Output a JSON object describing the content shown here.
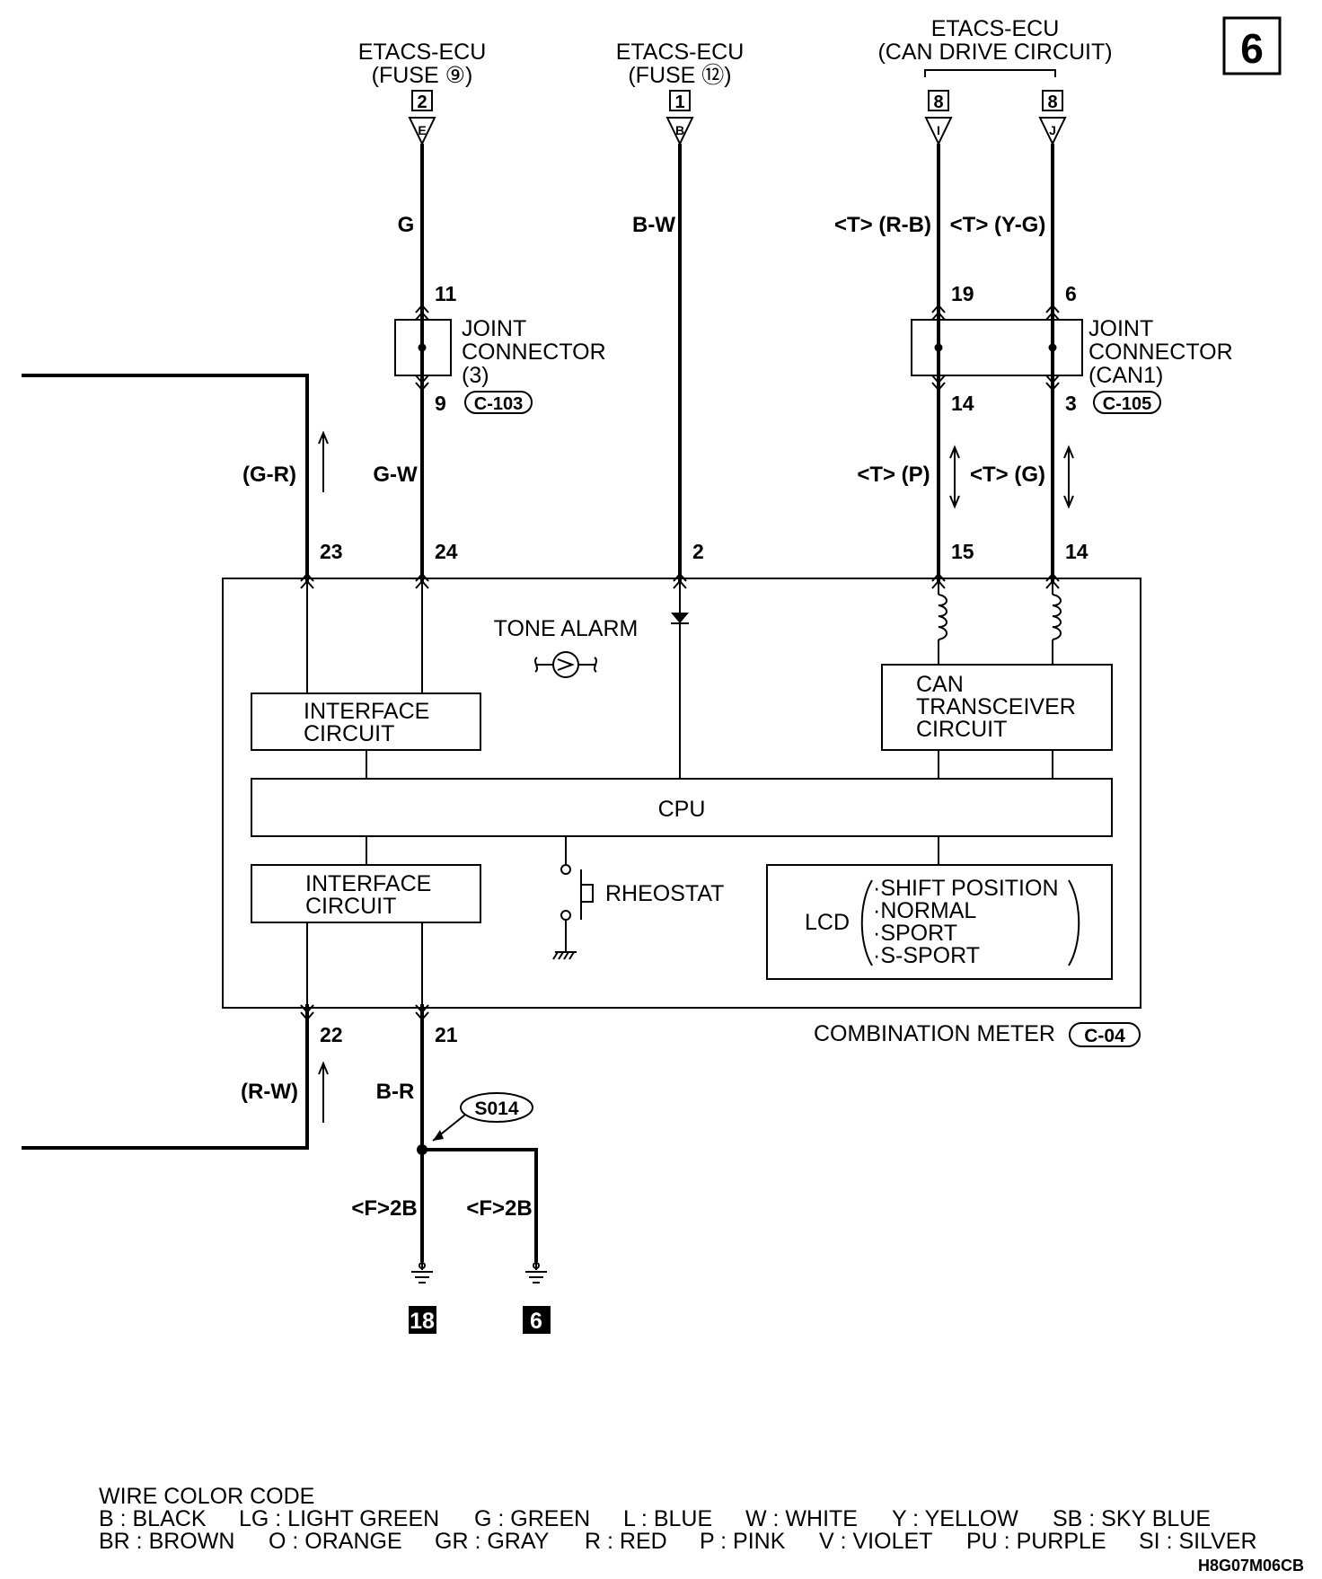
{
  "page_number": "6",
  "sources": {
    "fuse9": {
      "line1": "ETACS-ECU",
      "line2": "(FUSE ⑨)",
      "pin": "2",
      "terminal": "E"
    },
    "fuse12": {
      "line1": "ETACS-ECU",
      "line2": "(FUSE ⑫)",
      "pin": "1",
      "terminal": "B"
    },
    "can": {
      "line1": "ETACS-ECU",
      "line2": "(CAN DRIVE CIRCUIT)",
      "pin_left": "8",
      "terminal_left": "I",
      "pin_right": "8",
      "terminal_right": "J"
    }
  },
  "wires": {
    "g": "G",
    "bw": "B-W",
    "trb": "<T> (R-B)",
    "tyg": "<T> (Y-G)",
    "gr": "(G-R)",
    "gw": "G-W",
    "tp": "<T> (P)",
    "tg": "<T> (G)",
    "rw": "(R-W)",
    "br": "B-R",
    "f2b_left": "<F>2B",
    "f2b_right": "<F>2B"
  },
  "pins": {
    "p11": "11",
    "p9": "9",
    "p19": "19",
    "p6": "6",
    "p14a": "14",
    "p3": "3",
    "p23": "23",
    "p24": "24",
    "p2": "2",
    "p15": "15",
    "p14b": "14",
    "p22": "22",
    "p21": "21"
  },
  "joint_connector_3": {
    "line1": "JOINT",
    "line2": "CONNECTOR",
    "line3": "(3)",
    "code": "C-103"
  },
  "joint_connector_can1": {
    "line1": "JOINT",
    "line2": "CONNECTOR",
    "line3": "(CAN1)",
    "code": "C-105"
  },
  "meter": {
    "tone_alarm": "TONE ALARM",
    "interface_top": {
      "line1": "INTERFACE",
      "line2": "CIRCUIT"
    },
    "interface_bottom": {
      "line1": "INTERFACE",
      "line2": "CIRCUIT"
    },
    "can_transceiver": {
      "line1": "CAN",
      "line2": "TRANSCEIVER",
      "line3": "CIRCUIT"
    },
    "cpu": "CPU",
    "rheostat": "RHEOSTAT",
    "lcd": {
      "label": "LCD",
      "items": [
        "·SHIFT POSITION",
        "·NORMAL",
        "·SPORT",
        "·S-SPORT"
      ]
    },
    "name": "COMBINATION METER",
    "code": "C-04"
  },
  "splice": "S014",
  "grounds": {
    "left": "18",
    "right": "6"
  },
  "legend": {
    "title": "WIRE COLOR CODE",
    "row1": [
      "B : BLACK",
      "LG : LIGHT GREEN",
      "G : GREEN",
      "L : BLUE",
      "W : WHITE",
      "Y : YELLOW",
      "SB : SKY BLUE"
    ],
    "row2": [
      "BR : BROWN",
      "O : ORANGE",
      "GR : GRAY",
      "R : RED",
      "P : PINK",
      "V : VIOLET",
      "PU : PURPLE",
      "SI : SILVER"
    ]
  },
  "figure_code": "H8G07M06CB"
}
